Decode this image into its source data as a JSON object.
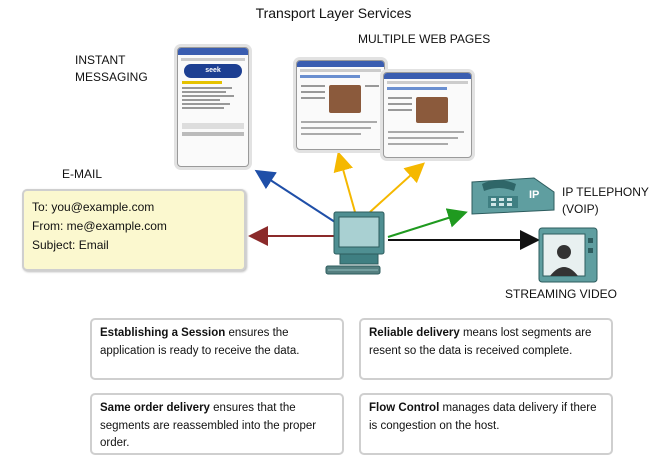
{
  "title": "Transport Layer Services",
  "labels": {
    "instant_messaging_1": "INSTANT",
    "instant_messaging_2": "MESSAGING",
    "multiple_web_pages": "MULTIPLE WEB PAGES",
    "email": "E-MAIL",
    "ip_telephony_1": "IP TELEPHONY",
    "ip_telephony_2": "(VOIP)",
    "streaming_video": "STREAMING VIDEO",
    "phone_badge": "IP",
    "im_logo": "seek"
  },
  "email": {
    "to": "To: you@example.com",
    "from": "From: me@example.com",
    "subject": "Subject: Email"
  },
  "cards": {
    "session": {
      "bold": "Establishing a Session",
      "rest": " ensures the application is ready to receive the data."
    },
    "reliable": {
      "bold": "Reliable delivery",
      "rest": " means lost segments are resent so the data is received complete."
    },
    "order": {
      "bold": "Same order delivery",
      "rest": " ensures that the segments are reassembled into the proper order."
    },
    "flow": {
      "bold": "Flow Control",
      "rest": " manages data delivery if there is congestion on the host."
    }
  },
  "colors": {
    "arrow_messaging": "#1f4fa8",
    "arrow_email": "#8b2a2a",
    "arrow_web": "#f5b800",
    "arrow_telephony": "#1f9a1f",
    "arrow_video": "#111111",
    "email_bg": "#fbf8cf",
    "device_teal": "#5f9ea0"
  }
}
